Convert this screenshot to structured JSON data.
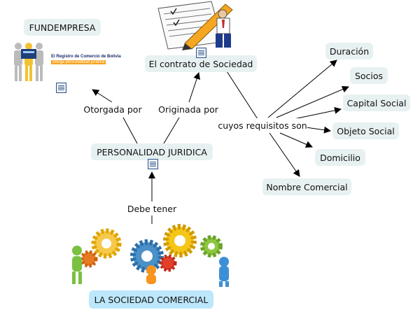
{
  "nodes": {
    "fundempresa": "FUNDEMPRESA",
    "contrato": "El contrato de Sociedad",
    "personalidad": "PERSONALIDAD JURIDICA",
    "sociedad": "LA SOCIEDAD COMERCIAL",
    "duracion": "Duración",
    "socios": "Socios",
    "capital": "Capital Social",
    "objeto": "Objeto Social",
    "domicilio": "Domicilio",
    "nombre": "Nombre Comercial"
  },
  "links": {
    "otorgada": "Otorgada por",
    "originada": "Originada por",
    "requisitos": "cuyos requisitos son",
    "debe": "Debe tener"
  },
  "logo": {
    "line1": "El Registro de Comercio de Bolivia",
    "line2": "otorga personalidad jurídica"
  },
  "colors": {
    "node_bg": "#e8f1f1",
    "root_bg": "#bde7fb",
    "accent_orange": "#f7a21b"
  }
}
